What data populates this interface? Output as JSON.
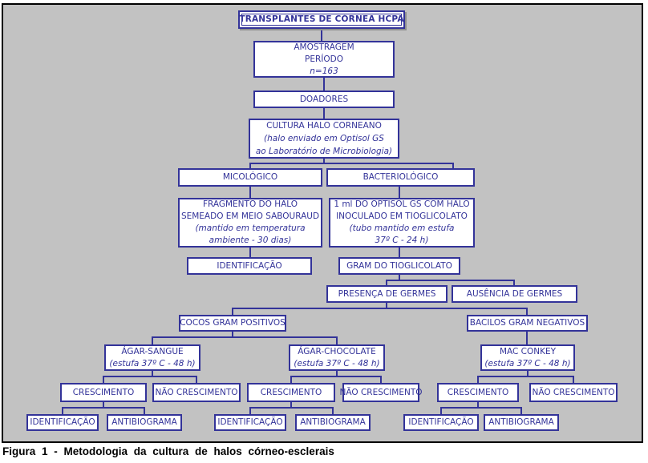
{
  "figure": {
    "caption": "Figura 1 - Metodologia da cultura de halos córneo-esclerais"
  },
  "colors": {
    "diagram_navy": "#333399",
    "panel_background": "#c2c2c2",
    "panel_border": "#000000",
    "node_background": "#ffffff",
    "caption_text": "#000000"
  },
  "nodes": {
    "title": "TRANSPLANTES DE CÓRNEA HCPA",
    "amostragem": {
      "l1": "AMOSTRAGEM",
      "l2": "PERÍODO",
      "l3": "n=163"
    },
    "doadores": "DOADORES",
    "cultura": {
      "l1": "CULTURA HALO CORNEANO",
      "l2": "(halo enviado em Optisol GS",
      "l3": "ao Laboratório de Microbiologia)"
    },
    "micologico": "MICOLÓGICO",
    "bacteriologico": "BACTERIOLÓGICO",
    "fragmento": {
      "l1": "FRAGMENTO DO HALO",
      "l2": "SEMEADO EM MEIO SABOURAUD",
      "l3": "(mantido em temperatura",
      "l4": "ambiente - 30 dias)"
    },
    "optisol": {
      "l1": "1 ml DO OPTISOL GS COM HALO",
      "l2": "INOCULADO EM TIOGLICOLATO",
      "l3": "(tubo mantido em estufa",
      "l4": "37º C - 24 h)"
    },
    "identificacao_micologico": "IDENTIFICAÇÃO",
    "gram": "GRAM DO TIOGLICOLATO",
    "presenca": "PRESENÇA DE GERMES",
    "ausencia": "AUSÊNCIA DE GERMES",
    "cocos": "COCOS GRAM POSITIVOS",
    "bacilos": "BACILOS GRAM NEGATIVOS",
    "agar_sangue": {
      "l1": "ÁGAR-SANGUE",
      "l2": "(estufa 37º C - 48 h)"
    },
    "agar_chocolate": {
      "l1": "ÁGAR-CHOCOLATE",
      "l2": "(estufa 37º C - 48 h)"
    },
    "mac_conkey": {
      "l1": "MAC CONKEY",
      "l2": "(estufa 37º C - 48 h)"
    },
    "crescimento": "CRESCIMENTO",
    "nao_crescimento": "NÃO CRESCIMENTO",
    "identificacao": "IDENTIFICAÇÃO",
    "antibiograma": "ANTIBIOGRAMA"
  }
}
